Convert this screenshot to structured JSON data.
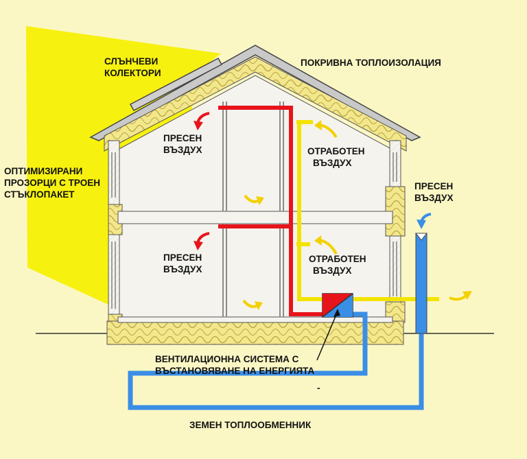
{
  "colors": {
    "background": "#fbf7c5",
    "sun": "#f6f000",
    "insulation": "#f3e78c",
    "wall_fill": "#f4f3ee",
    "supply_air": "#e8141b",
    "exhaust_air": "#f3e400",
    "ground_loop": "#3a8ee6",
    "roof": "#c9c9c9",
    "outline": "#444444"
  },
  "labels": {
    "solar": [
      "СЛЪНЧЕВИ",
      "КОЛЕКТОРИ"
    ],
    "roof_insulation": "ПОКРИВНА ТОПЛОИЗОЛАЦИЯ",
    "windows": [
      "ОПТИМИЗИРАНИ",
      "ПРОЗОРЦИ С ТРОЕН",
      "СТЪКЛОПАКЕТ"
    ],
    "fresh_upper": [
      "ПРЕСЕН",
      "ВЪЗДУХ"
    ],
    "exhaust_upper": [
      "ОТРАБОТЕН",
      "ВЪЗДУХ"
    ],
    "fresh_lower": [
      "ПРЕСЕН",
      "ВЪЗДУХ"
    ],
    "exhaust_lower": [
      "ОТРАБОТЕН",
      "ВЪЗДУХ"
    ],
    "fresh_outside": [
      "ПРЕСЕН",
      "ВЪЗДУХ"
    ],
    "ventilation": [
      "ВЕНТИЛАЦИОННА СИСТЕМА С",
      "ВЪСТАНОВЯВАНЕ НА ЕНЕРГИЯТА"
    ],
    "ground_exchanger": "ЗЕМЕН ТОПЛООБМЕННИК",
    "dash": "-"
  },
  "icons": {
    "fresh_arrow": "curved-arrow-icon",
    "exhaust_arrow": "curved-arrow-icon",
    "intake_arrow": "curved-arrow-icon"
  }
}
